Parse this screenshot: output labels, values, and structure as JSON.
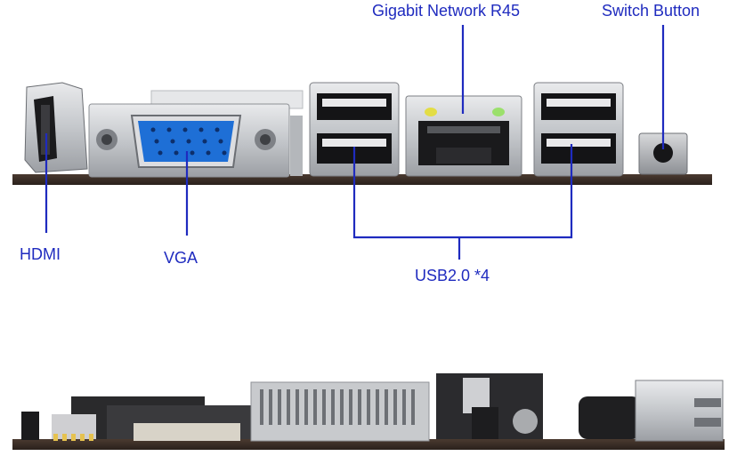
{
  "labels": {
    "gigabit": "Gigabit Network R45",
    "switch": "Switch Button",
    "hdmi": "HDMI",
    "vga": "VGA",
    "usb": "USB2.0 *4"
  },
  "colors": {
    "label_blue": "#1f2bbf",
    "pcb": "#3a2e27",
    "metal": "#c9cbce",
    "vga_blue": "#1e6fd6"
  }
}
